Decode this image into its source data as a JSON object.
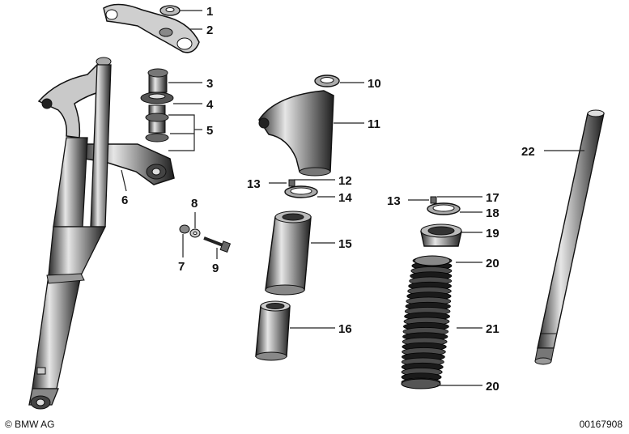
{
  "callouts": {
    "c1": "1",
    "c2": "2",
    "c3": "3",
    "c4": "4",
    "c5": "5",
    "c6": "6",
    "c7": "7",
    "c8": "8",
    "c9": "9",
    "c10": "10",
    "c11": "11",
    "c12": "12",
    "c13a": "13",
    "c14": "14",
    "c15": "15",
    "c16": "16",
    "c17": "17",
    "c13b": "13",
    "c18": "18",
    "c19": "19",
    "c20a": "20",
    "c21": "21",
    "c20b": "20",
    "c22": "22"
  },
  "footer": {
    "copyright": "© BMW AG",
    "doc_id": "00167908"
  }
}
